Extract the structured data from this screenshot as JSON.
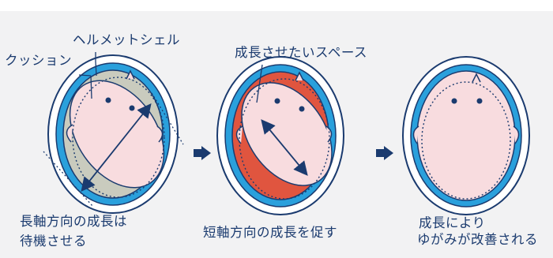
{
  "labels": {
    "helmet_shell": "ヘルメットシェル",
    "cushion": "クッション",
    "growth_space": "成長させたいスペース",
    "long_axis_line1": "長軸方向の成長は",
    "long_axis_line2": "待機させる",
    "short_axis": "短軸方向の成長を促す",
    "improve_line1": "成長により",
    "improve_line2": "ゆがみが改善される"
  },
  "colors": {
    "ink": "#1b3b6f",
    "cushion_blue": "#2aa0dc",
    "growth_red": "#e0553f",
    "head_pink": "#f8dcdf",
    "gap_gray": "#c9cbbe"
  }
}
